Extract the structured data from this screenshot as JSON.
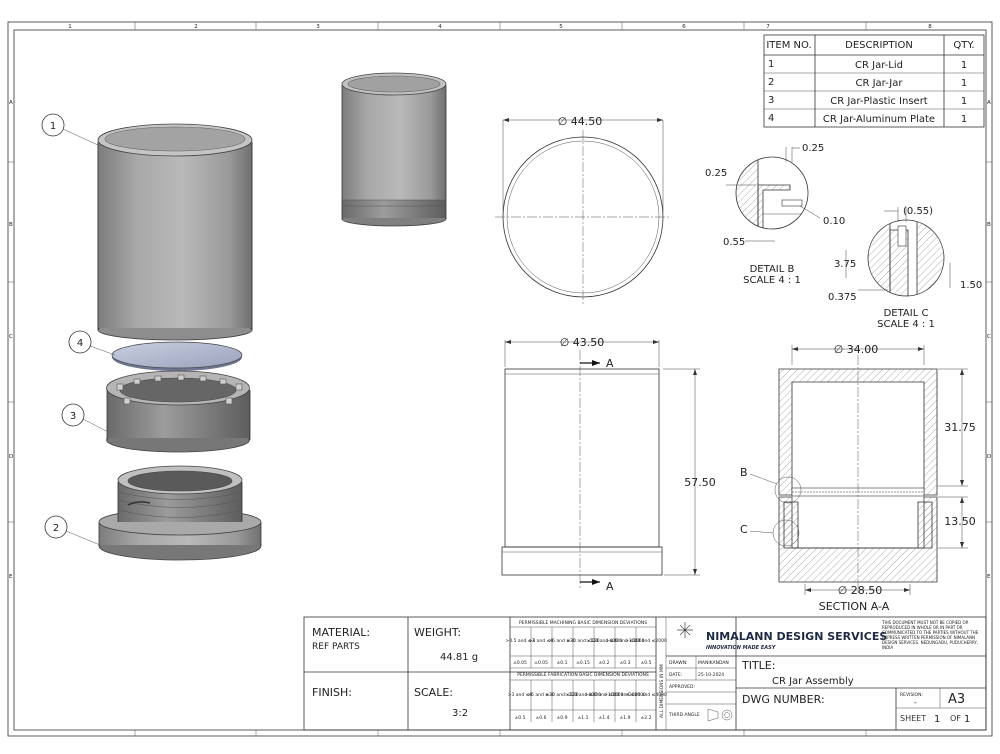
{
  "zones": {
    "columns": [
      "1",
      "2",
      "3",
      "4",
      "5",
      "6",
      "7",
      "8"
    ],
    "rows": [
      "A",
      "B",
      "C",
      "D",
      "E"
    ]
  },
  "bom": {
    "headers": [
      "ITEM NO.",
      "DESCRIPTION",
      "QTY."
    ],
    "rows": [
      {
        "item": "1",
        "description": "CR Jar-Lid",
        "qty": "1"
      },
      {
        "item": "2",
        "description": "CR Jar-Jar",
        "qty": "1"
      },
      {
        "item": "3",
        "description": "CR Jar-Plastic Insert",
        "qty": "1"
      },
      {
        "item": "4",
        "description": "CR Jar-Aluminum Plate",
        "qty": "1"
      }
    ]
  },
  "balloons": [
    "1",
    "4",
    "3",
    "2"
  ],
  "views": {
    "top": {
      "diameter": "∅ 44.50"
    },
    "front": {
      "diameter": "∅ 43.50",
      "height": "57.50",
      "section_marker": "A"
    },
    "section": {
      "title": "SECTION A-A",
      "inner_diameter": "∅ 34.00",
      "bottom_diameter": "∅ 28.50",
      "upper_height": "31.75",
      "lower_height": "13.50",
      "detail_b_label": "B",
      "detail_c_label": "C"
    },
    "detail_b": {
      "title": "DETAIL B",
      "scale": "SCALE 4 : 1",
      "dims": [
        "0.25",
        "0.25",
        "0.10",
        "0.55"
      ]
    },
    "detail_c": {
      "title": "DETAIL C",
      "scale": "SCALE 4 : 1",
      "dims": [
        "(0.55)",
        "3.75",
        "1.50",
        "0.375"
      ]
    }
  },
  "title_block": {
    "material_label": "MATERIAL:",
    "material_value": "REF PARTS",
    "weight_label": "WEIGHT:",
    "weight_value": "44.81 g",
    "finish_label": "FINISH:",
    "scale_label": "SCALE:",
    "scale_value": "3:2",
    "machining_title": "PERMISSIBLE MACHINING BASIC DIMENSION DEVIATIONS",
    "machining_ranges": [
      ">0.5 and ≤3",
      ">3 and ≤6",
      ">6 and ≤30",
      ">30 and ≤120",
      ">120 and ≤400",
      ">400 and ≤1000",
      ">1000 and ≤2000"
    ],
    "machining_values": [
      "±0.05",
      "±0.05",
      "±0.1",
      "±0.15",
      "±0.2",
      "±0.3",
      "±0.5"
    ],
    "fabrication_title": "PERMISSIBLE FABRICATION BASIC DIMENSION DEVIATIONS",
    "fabrication_ranges": [
      ">3 and ≤6",
      ">6 and ≤30",
      ">30 and ≤120",
      ">120 and ≤400",
      ">400 and ≤1000",
      ">1000 and ≤2000",
      ">2000 and ≤4000"
    ],
    "fabrication_values": [
      "±0.5",
      "±0.6",
      "±0.9",
      "±1.1",
      "±1.4",
      "±1.9",
      "±2.2"
    ],
    "all_dims_note": "ALL DIMENSIONS IN MM",
    "drawn_label": "DRAWN:",
    "drawn_value": "MANIKANDAN",
    "date_label": "DATE:",
    "date_value": "25-10-2024",
    "approved_label": "APPROVED:",
    "third_angle_label": "THIRD ANGLE",
    "company_name": "NIMALANN DESIGN SERVICES",
    "company_tagline": "INNOVATION MADE EASY",
    "disclaimer": "THIS DOCUMENT MUST NOT BE COPIED OR REPRODUCED IN WHOLE OR IN PART OR COMMUNICATED TO THE PARTIES WITHOUT THE EXPRESS WRITTEN PERMISSION OF NIMALANN DESIGN SERVICES. NEDUNGADU, PUDUCHERRY, INDIA",
    "title_label": "TITLE:",
    "title_value": "CR Jar Assembly",
    "dwg_number_label": "DWG NUMBER:",
    "revision_label": "REVISION:",
    "revision_value": "-",
    "size_value": "A3",
    "sheet_label": "SHEET",
    "sheet_value": "1",
    "of_label": "OF",
    "of_value": "1"
  }
}
